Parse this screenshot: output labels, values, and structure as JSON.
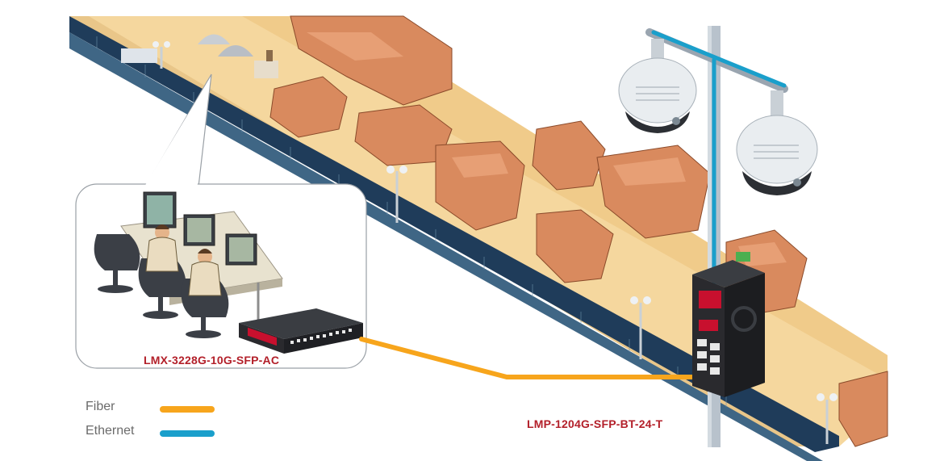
{
  "labels": {
    "core_switch": "LMX-3228G-10G-SFP-AC",
    "edge_switch": "LMP-1204G-SFP-BT-24-T"
  },
  "legend": {
    "fiber": {
      "label": "Fiber",
      "color": "#f7a51c"
    },
    "ethernet": {
      "label": "Ethernet",
      "color": "#1a9fcb"
    }
  },
  "colors": {
    "sand": "#f5d79e",
    "rock": "#d98a5e",
    "fence": "#1f3c5a",
    "pole": "#b8c2cc",
    "device_body": "#2a2a2e",
    "accent_red": "#c8102e"
  },
  "icons": {
    "camera": "dome-camera-icon",
    "switch": "network-switch-icon",
    "operator": "security-operator-icon",
    "monitor": "monitor-icon"
  }
}
